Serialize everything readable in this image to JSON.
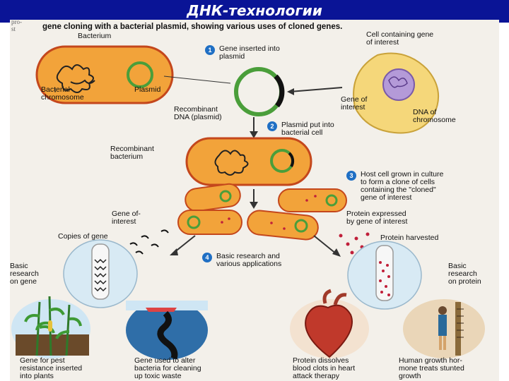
{
  "slide": {
    "title": "ДНК-технологии"
  },
  "figure": {
    "title_bold": "gene cloning with a bacterial plasmid, showing various uses of cloned genes.",
    "margin_fragment": "pro-\nst"
  },
  "labels": {
    "bacterium": "Bacterium",
    "cell_gene": "Cell containing gene\nof interest",
    "bact_chromosome": "Bacterial\nchromosome",
    "plasmid": "Plasmid",
    "recombinant_dna": "Recombinant\nDNA (plasmid)",
    "gene_of_interest": "Gene of\ninterest",
    "dna_chromosome": "DNA of\nchromosome",
    "recombinant_bacterium": "Recombinant\nbacterium",
    "gene_of_interest_2": "Gene of-\ninterest",
    "protein_expressed": "Protein expressed\nby gene of interest",
    "copies_of_gene": "Copies of gene",
    "protein_harvested": "Protein harvested",
    "research_gene": "Basic\nresearch\non gene",
    "research_protein": "Basic\nresearch\non protein"
  },
  "steps": [
    {
      "number": "1",
      "text": "Gene inserted into\nplasmid"
    },
    {
      "number": "2",
      "text": "Plasmid put into\nbacterial cell"
    },
    {
      "number": "3",
      "text": "Host cell grown in culture\nto form a clone of cells\ncontaining the \"cloned\"\ngene of interest"
    },
    {
      "number": "4",
      "text": "Basic research and\nvarious applications"
    }
  ],
  "applications": [
    {
      "caption": "Gene for pest\nresistance inserted\ninto plants"
    },
    {
      "caption": "Gene used to alter\nbacteria for cleaning\nup toxic waste"
    },
    {
      "caption": "Protein dissolves\nblood clots in heart\nattack therapy"
    },
    {
      "caption": "Human growth hor-\nmone treats stunted\ngrowth"
    }
  ]
}
